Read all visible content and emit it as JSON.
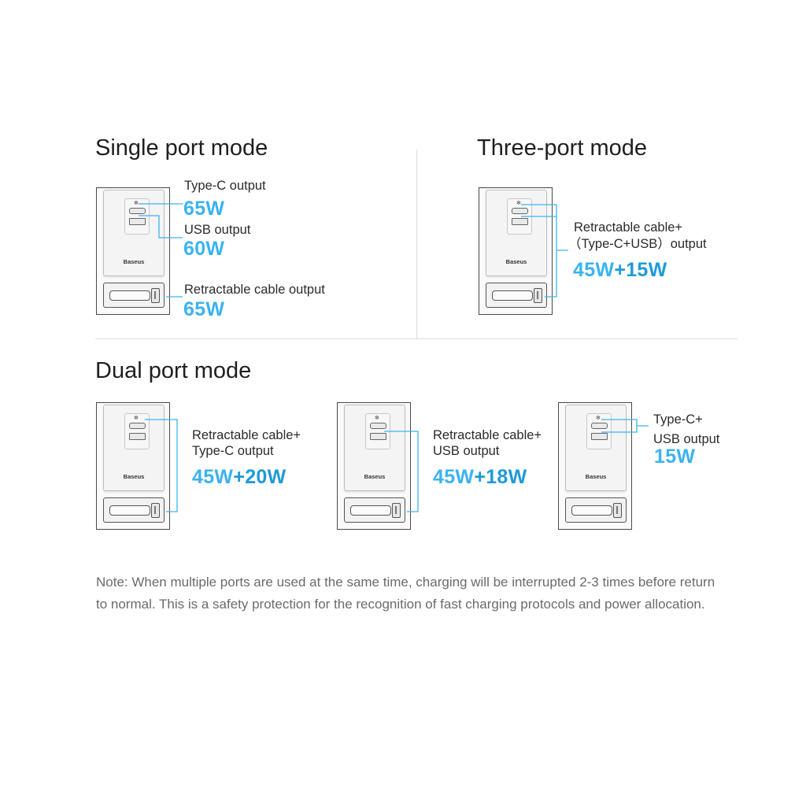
{
  "sections": {
    "single": {
      "title": "Single port mode",
      "items": [
        {
          "label": "Type-C output",
          "watt": "65W"
        },
        {
          "label": "USB output",
          "watt": "60W"
        },
        {
          "label": "Retractable cable output",
          "watt": "65W"
        }
      ]
    },
    "three": {
      "title": "Three-port mode",
      "label_line1": "Retractable cable+",
      "label_line2": "（Type-C+USB）output",
      "watt_a": "45W",
      "watt_plus": "+",
      "watt_b": "15W"
    },
    "dual": {
      "title": "Dual port mode",
      "items": [
        {
          "label_line1": "Retractable cable+",
          "label_line2": "Type-C output",
          "watt_a": "45W",
          "watt_plus": "+",
          "watt_b": "20W"
        },
        {
          "label_line1": "Retractable cable+",
          "label_line2": "USB output",
          "watt_a": "45W",
          "watt_plus": "+",
          "watt_b": "18W"
        },
        {
          "label_line1": "Type-C+",
          "label_line2": "USB output",
          "watt": "15W"
        }
      ]
    }
  },
  "device": {
    "brand": "Baseus",
    "snow_icon": "snowflake-icon",
    "ports": [
      "type-c-port",
      "usb-port",
      "retractable-cable"
    ]
  },
  "note": "Note: When multiple ports are used at the same time, charging will be interrupted 2-3 times before return to normal. This is a safety protection for the recognition of fast charging protocols and power allocation.",
  "colors": {
    "accent_light": "#3bb3ef",
    "accent_dark": "#1f9ad8",
    "line": "#3bb3ef",
    "divider": "#dedede"
  }
}
